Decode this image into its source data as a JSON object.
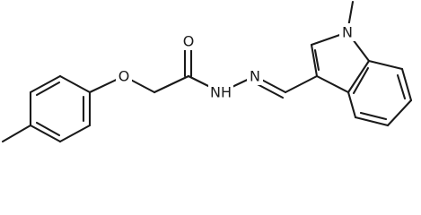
{
  "molecule": {
    "atom_labels": {
      "ether_oxygen": "O",
      "carbonyl_oxygen": "O",
      "amide_nh": "NH",
      "hydrazone_n": "N",
      "indole_n": "N"
    },
    "colors": {
      "ink": "#1a1a1a",
      "background": "#ffffff"
    }
  }
}
